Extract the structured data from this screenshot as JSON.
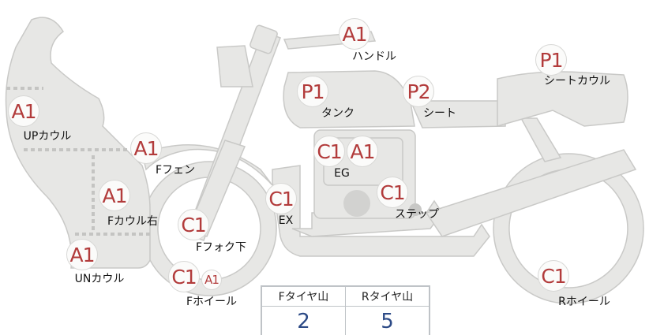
{
  "parts": [
    {
      "code": "A1",
      "label": "ハンドル"
    },
    {
      "code": "P1",
      "label": "タンク"
    },
    {
      "code": "P2",
      "label": "シート"
    },
    {
      "code": "P1",
      "label": "シートカウル"
    },
    {
      "code": "A1",
      "label": "UPカウル"
    },
    {
      "code": "A1",
      "label": "Fフェン"
    },
    {
      "code": "C1",
      "code2": "A1",
      "label": "EG"
    },
    {
      "code": "C1",
      "label": "EX"
    },
    {
      "code": "C1",
      "label": "ステップ"
    },
    {
      "code": "A1",
      "label": "Fカウル右"
    },
    {
      "code": "C1",
      "label": "Fフォク下"
    },
    {
      "code": "A1",
      "label": "UNカウル"
    },
    {
      "code": "C1",
      "code2": "A1",
      "label": "Fホイール"
    },
    {
      "code": "C1",
      "label": "Rホイール"
    }
  ],
  "tire_table": {
    "headers": [
      "Fタイヤ山",
      "Rタイヤ山"
    ],
    "values": [
      "2",
      "5"
    ]
  },
  "colors": {
    "badge_text": "#b23b3b",
    "part_fill": "#e6e6e4",
    "value_text": "#2c4a86"
  }
}
